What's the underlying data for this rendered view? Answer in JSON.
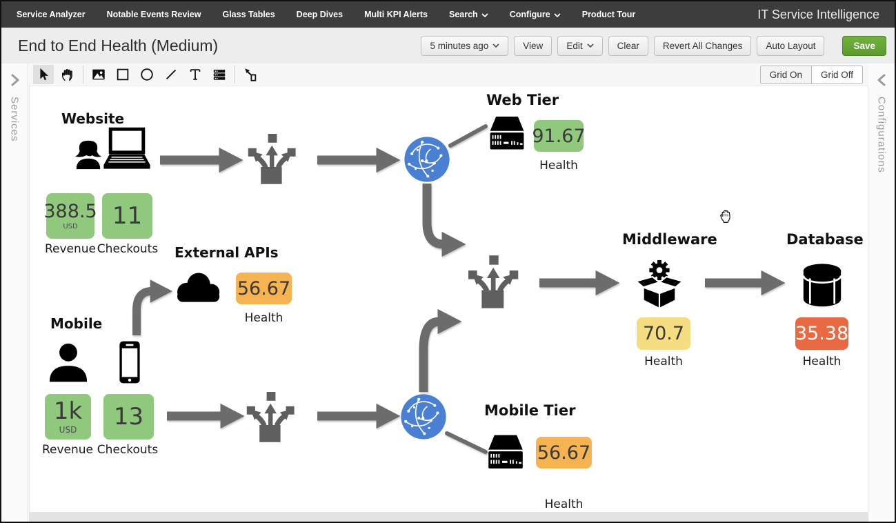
{
  "app": {
    "navbar": {
      "items": [
        {
          "label": "Service Analyzer"
        },
        {
          "label": "Notable Events Review"
        },
        {
          "label": "Glass Tables"
        },
        {
          "label": "Deep Dives"
        },
        {
          "label": "Multi KPI Alerts"
        },
        {
          "label": "Search",
          "dropdown": true
        },
        {
          "label": "Configure",
          "dropdown": true
        },
        {
          "label": "Product Tour"
        }
      ],
      "brand": "IT Service Intelligence"
    },
    "header": {
      "title": "End to End Health (Medium)",
      "time_range": "5 minutes ago",
      "buttons": {
        "view": "View",
        "edit": "Edit",
        "clear": "Clear",
        "revert": "Revert All Changes",
        "auto_layout": "Auto Layout",
        "save": "Save"
      }
    },
    "toolbar": {
      "tools": [
        "select-tool",
        "pan-tool",
        "image-tool",
        "rectangle-tool",
        "ellipse-tool",
        "line-tool",
        "text-tool",
        "kpi-widget-tool",
        "connector-tool"
      ],
      "grid_on": "Grid On",
      "grid_off": "Grid Off"
    },
    "panels": {
      "left": "Services",
      "right": "Configurations"
    }
  },
  "colors": {
    "green": "#90c87e",
    "orange": "#f6b351",
    "yellow": "#f5dd82",
    "red": "#e96a42",
    "sphere_blue": "#4a80d4",
    "arrow_gray": "#6c6c6c",
    "save_green": "#65a637"
  },
  "diagram": {
    "website": {
      "label": "Website",
      "revenue": {
        "value": "388.5",
        "unit": "USD",
        "caption": "Revenue"
      },
      "checkouts": {
        "value": "11",
        "caption": "Checkouts"
      }
    },
    "web_tier": {
      "label": "Web Tier",
      "health": {
        "value": "91.67",
        "caption": "Health"
      }
    },
    "external_apis": {
      "label": "External APIs",
      "health": {
        "value": "56.67",
        "caption": "Health"
      }
    },
    "mobile": {
      "label": "Mobile",
      "revenue": {
        "value": "1k",
        "unit": "USD",
        "caption": "Revenue"
      },
      "checkouts": {
        "value": "13",
        "caption": "Checkouts"
      }
    },
    "mobile_tier": {
      "label": "Mobile Tier",
      "health": {
        "value": "56.67",
        "caption": "Health"
      }
    },
    "middleware": {
      "label": "Middleware",
      "health": {
        "value": "70.7",
        "caption": "Health"
      }
    },
    "database": {
      "label": "Database",
      "health": {
        "value": "35.38",
        "caption": "Health"
      }
    }
  }
}
